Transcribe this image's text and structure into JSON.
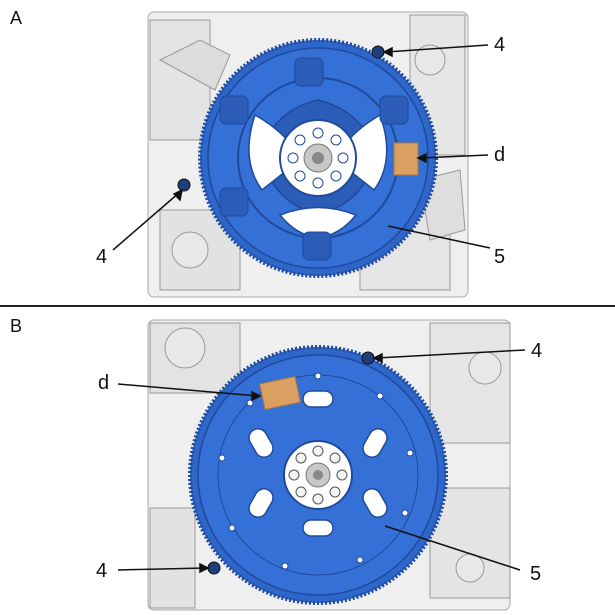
{
  "panels": [
    {
      "label": "A",
      "callouts": {
        "bolt_top": "4",
        "tape": "d",
        "bolt_left": "4",
        "flywheel": "5"
      }
    },
    {
      "label": "B",
      "callouts": {
        "bolt_top": "4",
        "tape": "d",
        "bolt_left": "4",
        "flywheel": "5"
      }
    }
  ],
  "colors": {
    "flywheel_blue": "#2f66c9",
    "flywheel_dark": "#1f4a9c",
    "tape": "#d9a061",
    "engine_gray": "#e9e9e9",
    "engine_line": "#9a9a9a"
  }
}
